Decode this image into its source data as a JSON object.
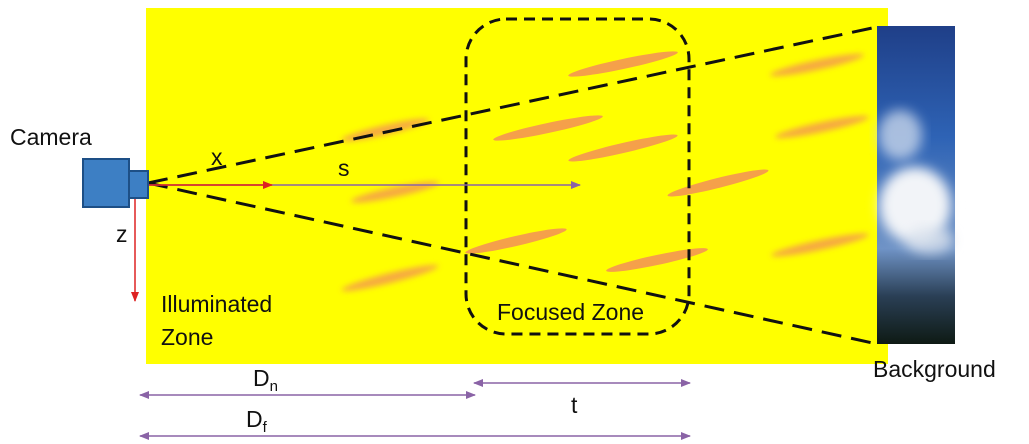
{
  "labels": {
    "camera": "Camera",
    "x_axis": "x",
    "z_axis": "z",
    "s_label": "s",
    "illuminated_line1": "Illuminated",
    "illuminated_line2": "Zone",
    "focused_zone": "Focused Zone",
    "background": "Background",
    "dn_base": "D",
    "dn_sub": "n",
    "df_base": "D",
    "df_sub": "f",
    "t_label": "t"
  },
  "colors": {
    "illuminated_zone": "#ffff00",
    "streak": "#f5a04a",
    "camera_body": "#3d7fc4",
    "axis_arrow": "#dd2222",
    "dimension_arrow": "#8a63a6",
    "sightline": "#111111"
  },
  "icons": {
    "camera": "camera-icon",
    "background": "sky-photo-icon"
  }
}
